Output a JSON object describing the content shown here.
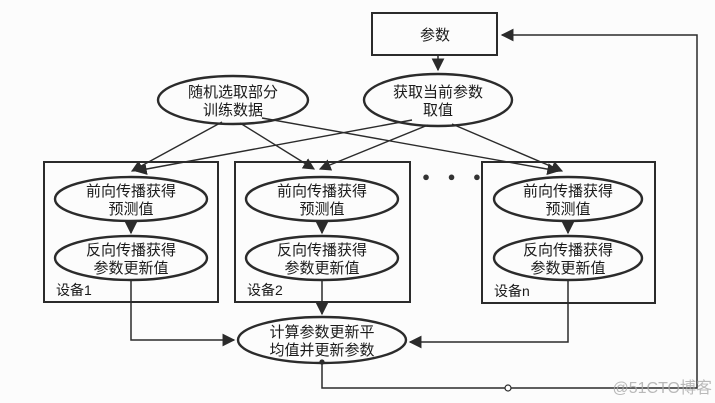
{
  "colors": {
    "line": "#2b2b2b",
    "text": "#1a1a1a",
    "background": "#fcfcfc",
    "watermark": "#a9a9a9"
  },
  "diagram": {
    "parameter_box": {
      "label": "参数"
    },
    "random_select": {
      "line1": "随机选取部分",
      "line2": "训练数据"
    },
    "fetch_param": {
      "line1": "获取当前参数",
      "line2": "取值"
    },
    "devices": [
      {
        "label": "设备1",
        "forward1": "前向传播获得",
        "forward2": "预测值",
        "backward1": "反向传播获得",
        "backward2": "参数更新值"
      },
      {
        "label": "设备2",
        "forward1": "前向传播获得",
        "forward2": "预测值",
        "backward1": "反向传播获得",
        "backward2": "参数更新值"
      },
      {
        "label": "设备n",
        "forward1": "前向传播获得",
        "forward2": "预测值",
        "backward1": "反向传播获得",
        "backward2": "参数更新值"
      }
    ],
    "ellipsis": "● ● ●",
    "aggregate": {
      "line1": "计算参数更新平",
      "line2": "均值并更新参数"
    }
  },
  "watermark": {
    "text": "@51CTO博客"
  }
}
